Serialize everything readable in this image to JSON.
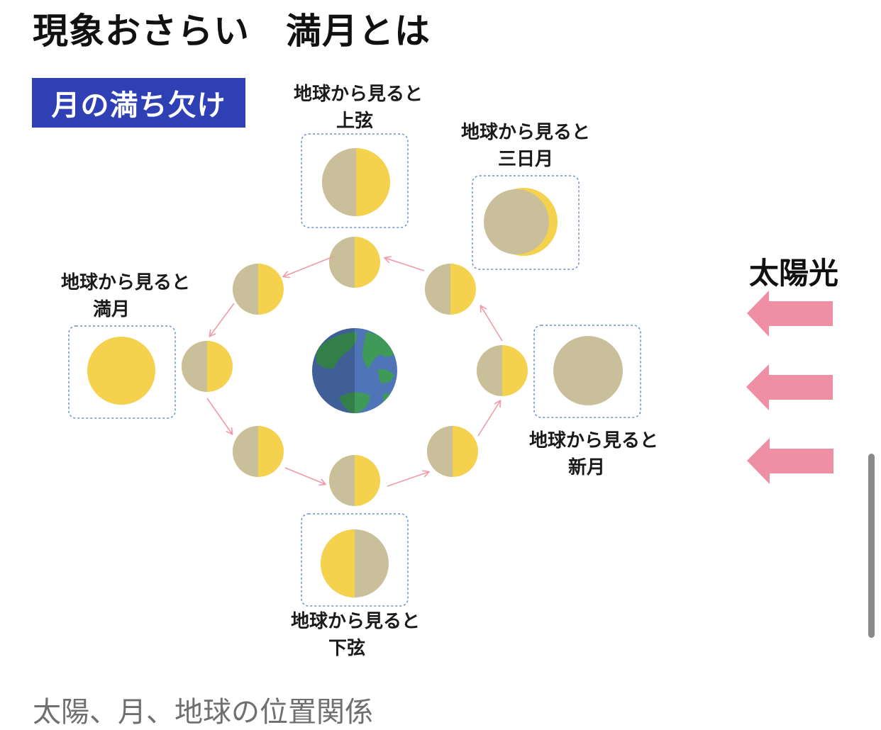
{
  "header": {
    "title": "現象おさらい　満月とは"
  },
  "section": {
    "badge": "月の満ち欠け"
  },
  "diagram": {
    "sun_label": "太陽光",
    "views": [
      {
        "id": "first-quarter",
        "line1": "地球から見ると",
        "line2": "上弦"
      },
      {
        "id": "crescent",
        "line1": "地球から見ると",
        "line2": "三日月"
      },
      {
        "id": "full",
        "line1": "地球から見ると",
        "line2": "満月"
      },
      {
        "id": "new",
        "line1": "地球から見ると",
        "line2": "新月"
      },
      {
        "id": "last-quarter",
        "line1": "地球から見ると",
        "line2": "下弦"
      }
    ]
  },
  "caption": "太陽、月、地球の位置関係",
  "colors": {
    "moon_dark": "#c9bf9a",
    "moon_lit": "#f5d24e",
    "earth_ocean": "#4f74b8",
    "earth_land": "#3f9a5a",
    "arrow_small": "#f09aa8",
    "arrow_sun": "#ee8fa3",
    "badge_bg": "#2f3fb4",
    "frame": "#6b8fc7"
  }
}
